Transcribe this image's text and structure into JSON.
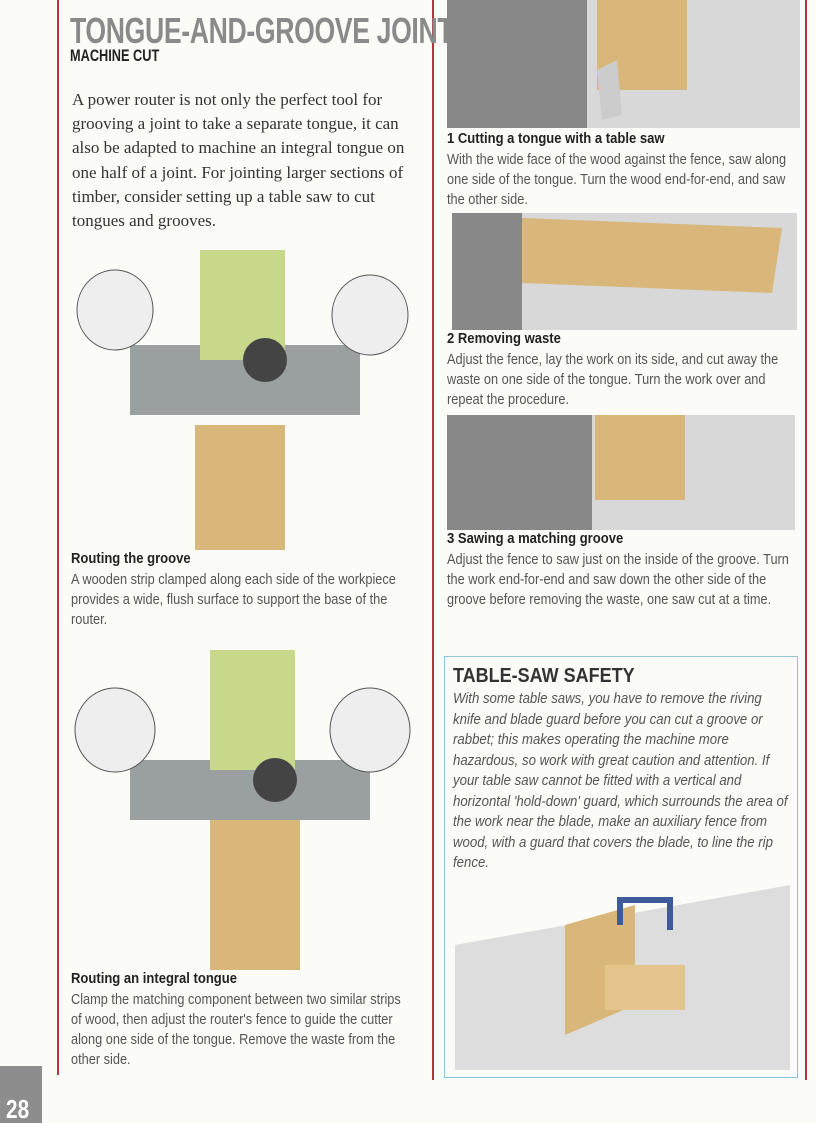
{
  "header": {
    "title": "TONGUE-AND-GROOVE JOINT",
    "subtitle": "MACHINE CUT"
  },
  "intro": "A power router is not only the perfect tool for grooving a joint to take a separate tongue, it can also be adapted to machine an integral tongue on one half of a joint. For jointing larger sections of timber, consider setting up a table saw to cut tongues and grooves.",
  "left_steps": [
    {
      "caption": "Routing the groove",
      "text": "A wooden strip clamped along each side of the workpiece provides a wide, flush surface to support the base of the router."
    },
    {
      "caption": "Routing an integral tongue",
      "text": "Clamp the matching component between two similar strips of wood, then adjust the router's fence to guide the cutter along one side of the tongue. Remove the waste from the other side."
    }
  ],
  "right_steps": [
    {
      "caption": "1 Cutting a tongue with a table saw",
      "text": "With the wide face of the wood against the fence, saw along one side of the tongue. Turn the wood end-for-end, and saw the other side."
    },
    {
      "caption": "2 Removing waste",
      "text": "Adjust the fence, lay the work on its side, and cut away the waste on one side of the tongue. Turn the work over and repeat the procedure."
    },
    {
      "caption": "3 Sawing a matching groove",
      "text": "Adjust the fence to saw just on the inside of the groove. Turn the work end-for-end and saw down the other side of the groove before removing the waste, one saw cut at a time."
    }
  ],
  "safety": {
    "heading": "TABLE-SAW SAFETY",
    "text": "With some table saws, you have to remove the riving knife and blade guard before you can cut a groove or rabbet; this makes operating the machine more hazardous, so work with great caution and attention. If your table saw cannot be fitted with a vertical and horizontal 'hold-down' guard, which surrounds the area of the work near the blade, make an auxiliary fence from wood, with a guard that covers the blade, to line the rip fence."
  },
  "page_number": "28",
  "colors": {
    "rule": "#b5333d",
    "title": "#8a8a8a",
    "box_border": "#8fc6d8",
    "wood": "#d9b77a",
    "router": "#c8d88a"
  }
}
